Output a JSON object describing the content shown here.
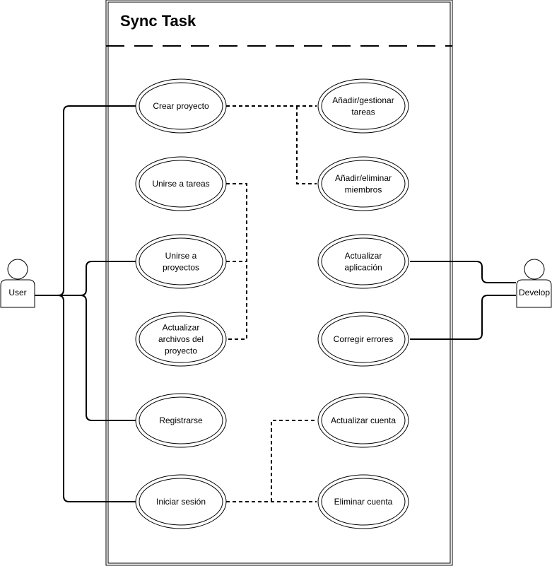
{
  "system": {
    "title": "Sync Task"
  },
  "actors": {
    "user": {
      "label": "User"
    },
    "developer": {
      "label": "Develop"
    }
  },
  "use_cases": {
    "crear_proyecto": [
      "Crear proyecto"
    ],
    "unirse_tareas": [
      "Unirse a tareas"
    ],
    "unirse_proyectos": [
      "Unirse a",
      "proyectos"
    ],
    "actualizar_archivos": [
      "Actualizar",
      "archivos del",
      "proyecto"
    ],
    "registrarse": [
      "Registrarse"
    ],
    "iniciar_sesion": [
      "Iniciar sesión"
    ],
    "gestionar_tareas": [
      "Añadir/gestionar",
      "tareas"
    ],
    "gestionar_miembros": [
      "Añadir/eliminar",
      "miembros"
    ],
    "actualizar_app": [
      "Actualizar",
      "aplicación"
    ],
    "corregir_errores": [
      "Corregir errores"
    ],
    "actualizar_cuenta": [
      "Actualizar cuenta"
    ],
    "eliminar_cuenta": [
      "Eliminar cuenta"
    ]
  }
}
